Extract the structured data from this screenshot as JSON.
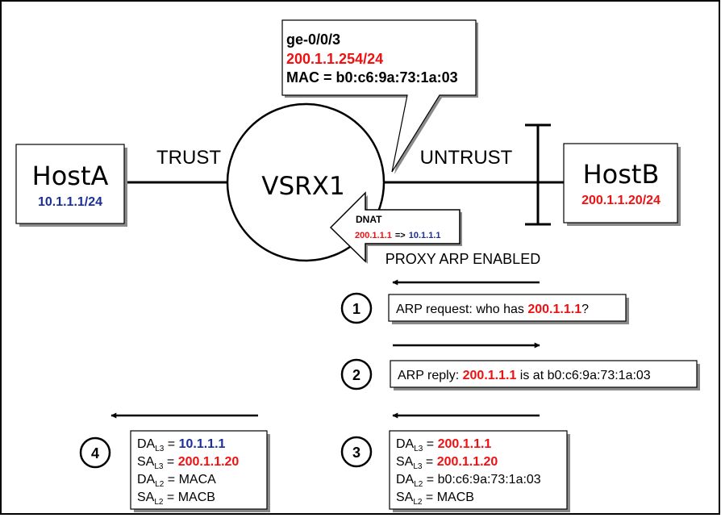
{
  "colors": {
    "red": "#ee1111",
    "blue": "#1a2f9a",
    "black": "#000000",
    "shadow": "#8a8a8a"
  },
  "hosts": {
    "host_a": {
      "name": "HostA",
      "ip": "10.1.1.1/24"
    },
    "host_b": {
      "name": "HostB",
      "ip": "200.1.1.20/24"
    }
  },
  "zones": {
    "trust": "TRUST",
    "untrust": "UNTRUST"
  },
  "router": {
    "name": "VSRX1"
  },
  "interface_callout": {
    "name": "ge-0/0/3",
    "ip": "200.1.1.254/24",
    "mac": "MAC = b0:c6:9a:73:1a:03"
  },
  "dnat": {
    "title": "DNAT",
    "from": "200.1.1.1",
    "arrow": "=>",
    "to": "10.1.1.1"
  },
  "proxy_arp": "PROXY ARP ENABLED",
  "steps": {
    "s1": {
      "num": "1",
      "prefix": "ARP request: who has ",
      "ip": "200.1.1.1",
      "suffix": "?"
    },
    "s2": {
      "num": "2",
      "prefix": "ARP reply: ",
      "ip": "200.1.1.1",
      "suffix": " is at b0:c6:9a:73:1a:03"
    },
    "s3": {
      "num": "3",
      "rows": [
        {
          "field": "DA",
          "layer": "L3",
          "eq": " = ",
          "value": "200.1.1.1"
        },
        {
          "field": "SA",
          "layer": "L3",
          "eq": " = ",
          "value": "200.1.1.20"
        },
        {
          "field": "DA",
          "layer": "L2",
          "eq": " = ",
          "value": "b0:c6:9a:73:1a:03"
        },
        {
          "field": "SA",
          "layer": "L2",
          "eq": " = ",
          "value": "MACB"
        }
      ]
    },
    "s4": {
      "num": "4",
      "rows": [
        {
          "field": "DA",
          "layer": "L3",
          "eq": " = ",
          "value": "10.1.1.1"
        },
        {
          "field": "SA",
          "layer": "L3",
          "eq": " = ",
          "value": "200.1.1.20"
        },
        {
          "field": "DA",
          "layer": "L2",
          "eq": " = ",
          "value": "MACA"
        },
        {
          "field": "SA",
          "layer": "L2",
          "eq": " = ",
          "value": "MACB"
        }
      ]
    }
  }
}
